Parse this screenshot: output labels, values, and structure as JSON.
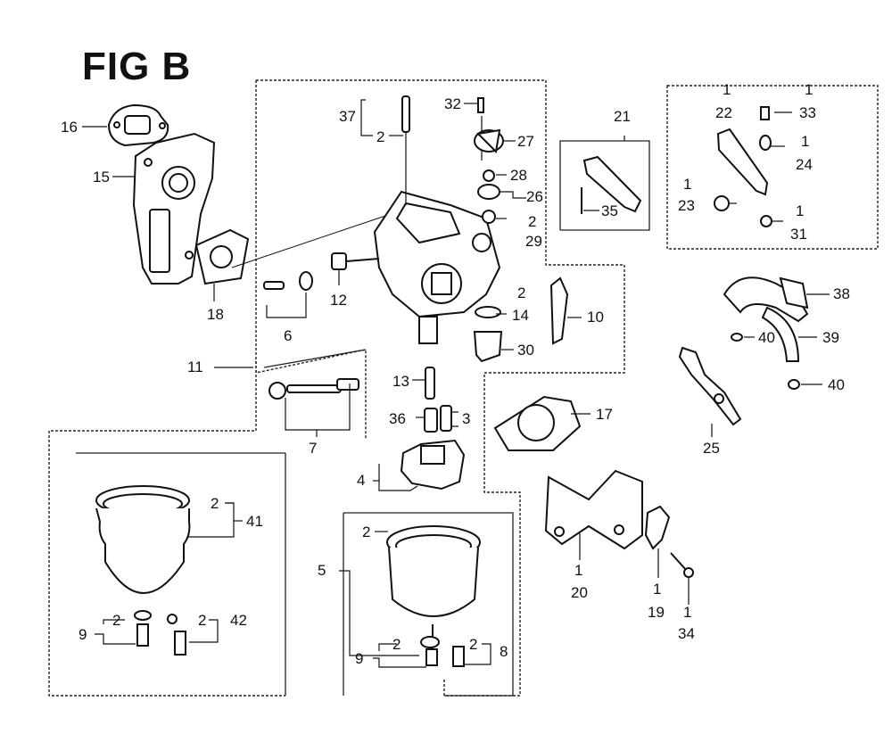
{
  "figure": {
    "title": "FIG B"
  },
  "callouts": {
    "c1": "16",
    "c2": "15",
    "c3": "18",
    "c4": "37",
    "c5": "2",
    "c6": "32",
    "c7": "27",
    "c8": "28",
    "c9": "26",
    "c10": "2",
    "c11": "29",
    "c12": "21",
    "c13": "35",
    "c14": "1",
    "c15": "22",
    "c16": "1",
    "c17": "33",
    "c18": "1",
    "c19": "24",
    "c20": "1",
    "c21": "23",
    "c22": "1",
    "c23": "31",
    "c24": "6",
    "c25": "12",
    "c26": "2",
    "c27": "14",
    "c28": "10",
    "c29": "30",
    "c30": "38",
    "c31": "40",
    "c32": "39",
    "c33": "40",
    "c34": "11",
    "c35": "7",
    "c36": "13",
    "c37": "36",
    "c38": "3",
    "c39": "17",
    "c40": "25",
    "c41": "4",
    "c42": "2",
    "c43": "41",
    "c44": "2",
    "c45": "5",
    "c46": "1",
    "c47": "20",
    "c48": "1",
    "c49": "19",
    "c50": "1",
    "c51": "34",
    "c52": "9",
    "c53": "2",
    "c54": "2",
    "c55": "42",
    "c56": "9",
    "c57": "2",
    "c58": "2",
    "c59": "8"
  }
}
